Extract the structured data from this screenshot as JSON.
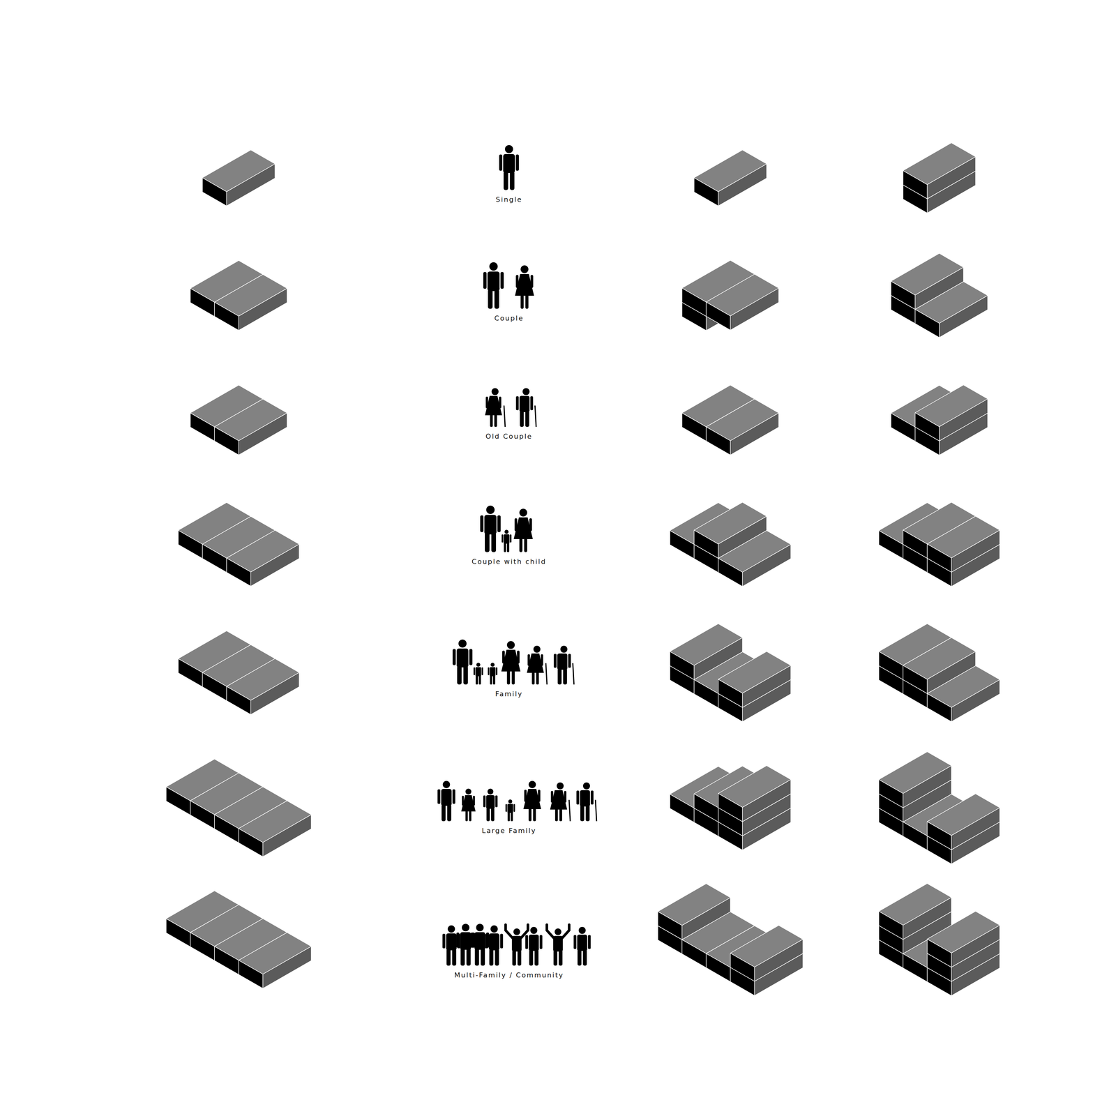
{
  "diagram": {
    "labels": [
      "Single",
      "Couple",
      "Old Couple",
      "Couple with child",
      "Family",
      "Large Family",
      "Multi-Family / Community"
    ]
  }
}
